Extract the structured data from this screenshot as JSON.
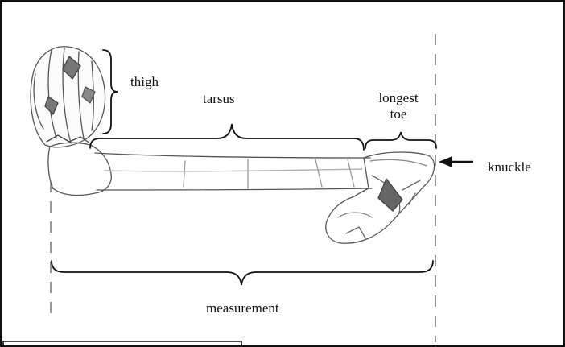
{
  "labels": {
    "thigh": "thigh",
    "tarsus": "tarsus",
    "longest_toe_line1": "longest",
    "longest_toe_line2": "toe",
    "knuckle": "knuckle",
    "measurement": "measurement"
  }
}
